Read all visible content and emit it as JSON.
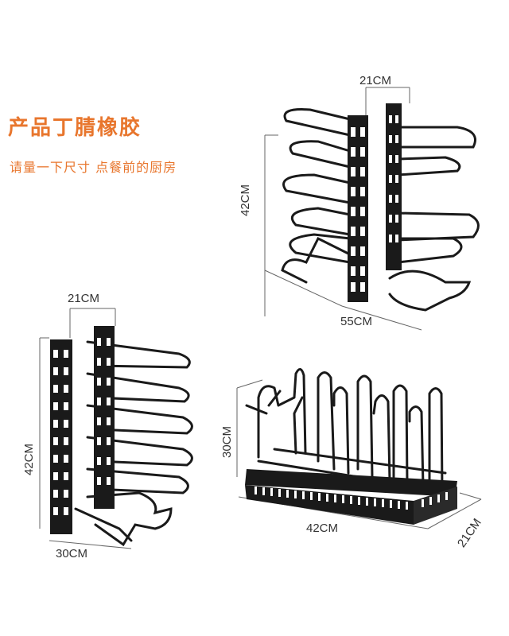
{
  "heading": {
    "title": "产品丁腈橡胶",
    "subtitle": "请量一下尺寸 点餐前的厨房"
  },
  "top_rack": {
    "depth": "21CM",
    "height": "42CM",
    "width": "55CM"
  },
  "left_rack": {
    "depth": "21CM",
    "height": "42CM",
    "width": "30CM"
  },
  "lid_rack": {
    "height": "30CM",
    "length": "42CM",
    "depth": "21CM"
  },
  "colors": {
    "accent": "#e8762d",
    "metal": "#1a1a1a",
    "dimension_line": "#666666"
  }
}
